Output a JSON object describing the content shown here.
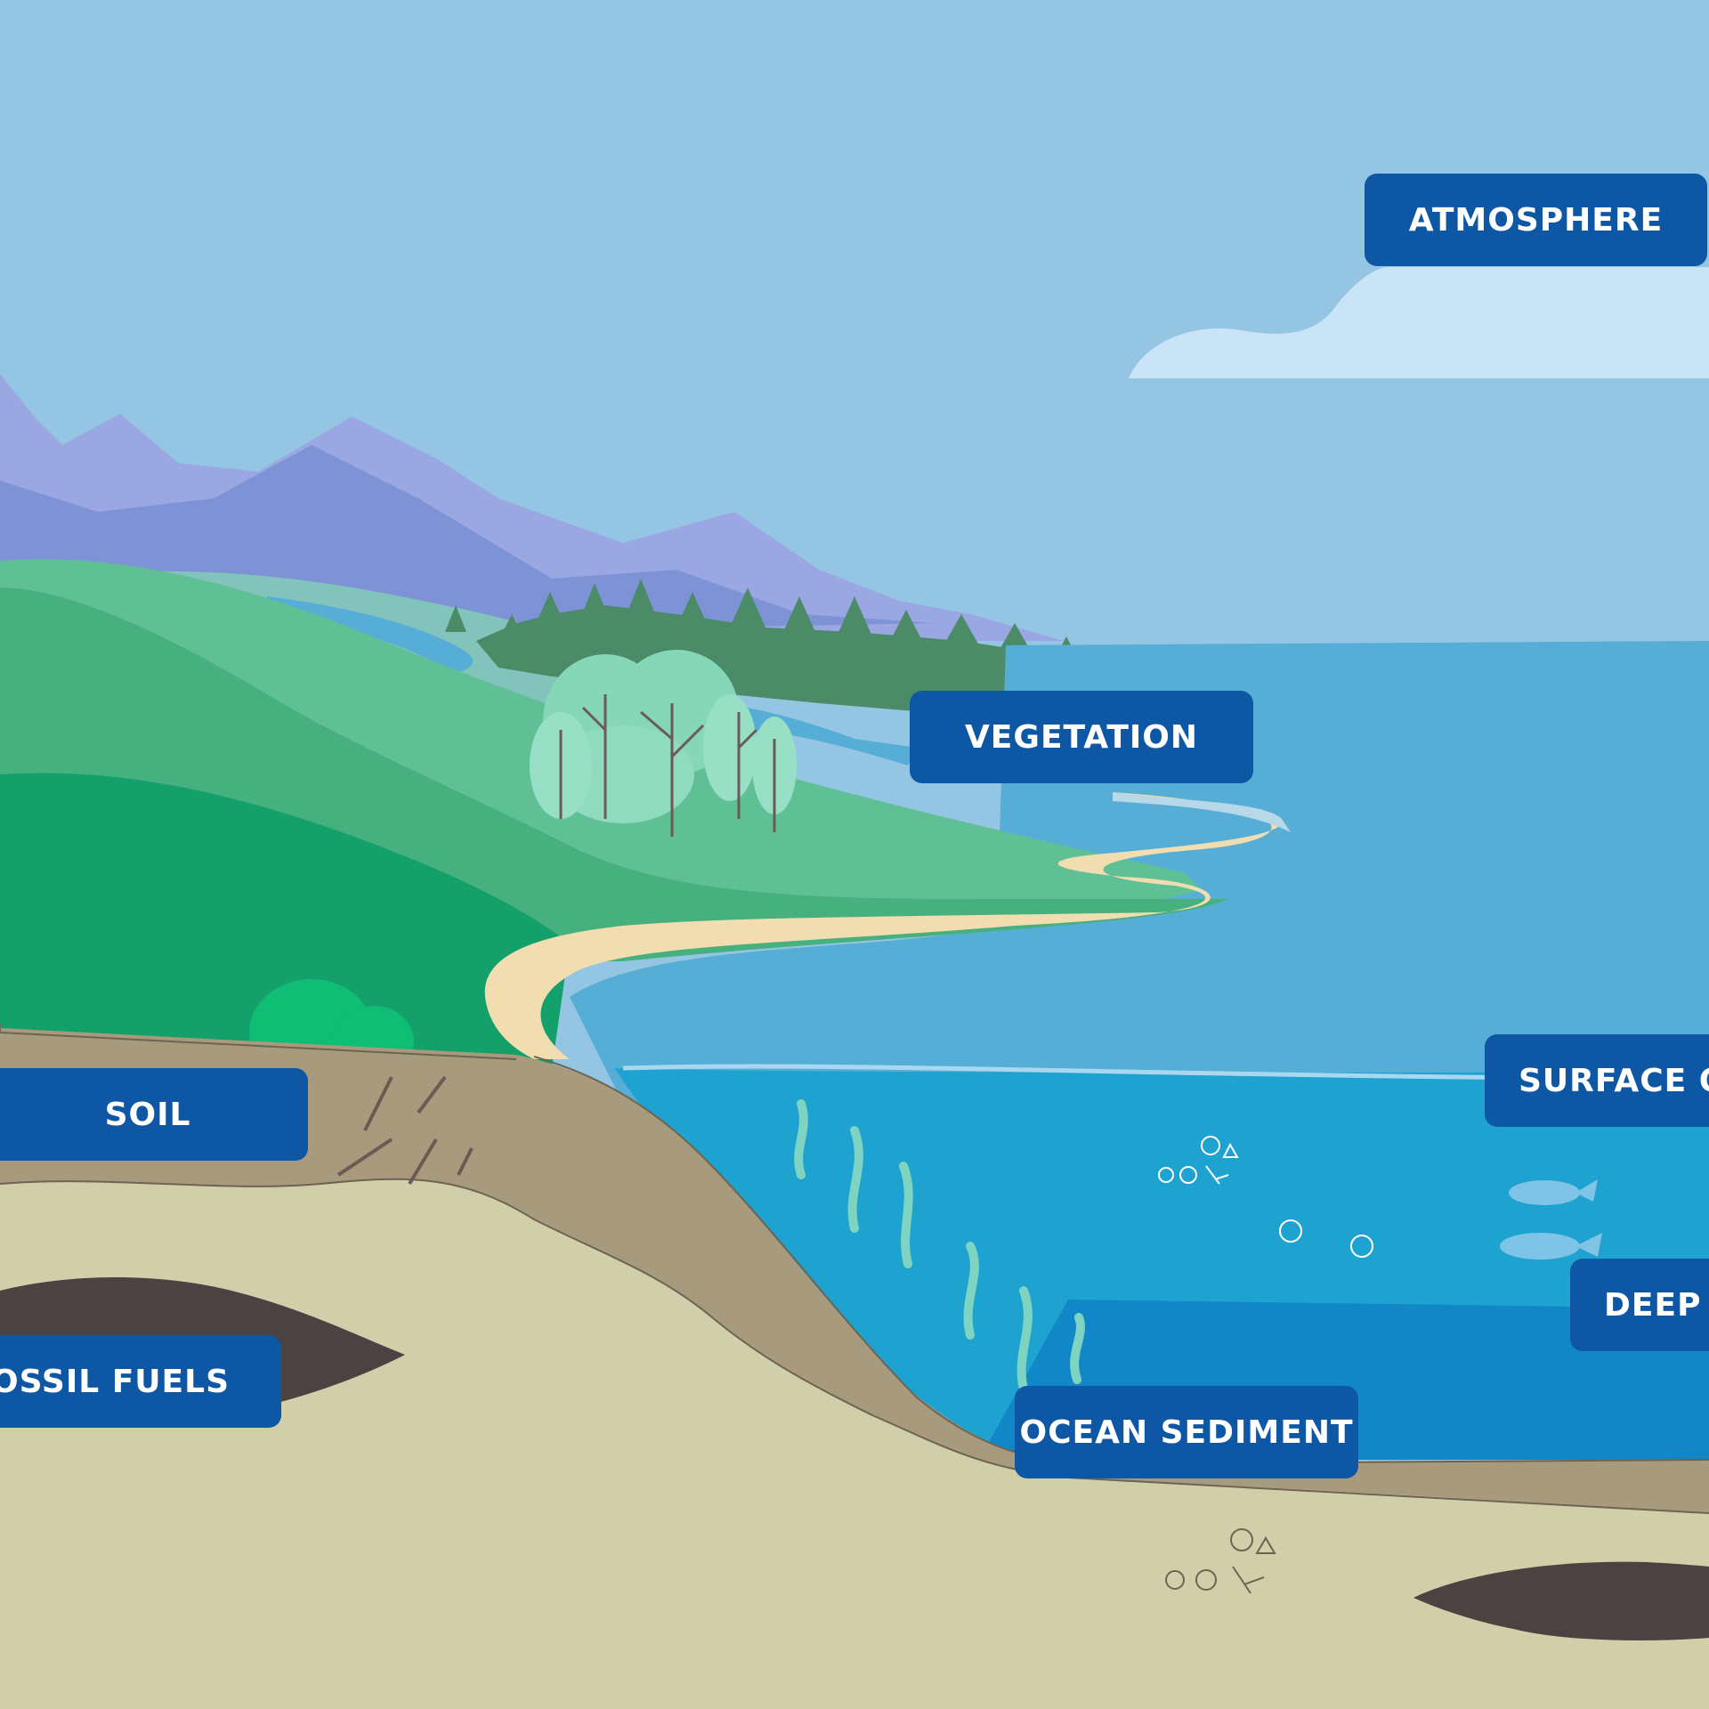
{
  "labels": {
    "atmosphere": "ATMOSPHERE",
    "vegetation": "VEGETATION",
    "soil": "SOIL",
    "fossil_fuels": "FOSSIL FUELS",
    "surface_ocean": "SURFACE OC",
    "deep_ocean": "DEEP",
    "ocean_sediment": "OCEAN SEDIMENT"
  },
  "colors": {
    "sky": "#94c5e3",
    "label_bg": "#0d57a5",
    "label_text": "#ffffff",
    "sea_surface": "#56aed6",
    "ocean_mid": "#1ea3d0",
    "ocean_deep": "#1287c7",
    "sediment": "#a89a7c",
    "bedrock": "#d1cfaa",
    "fossil_fuel": "#4b4242",
    "grass": "#13a06a",
    "mountain": "#7e92d6"
  }
}
